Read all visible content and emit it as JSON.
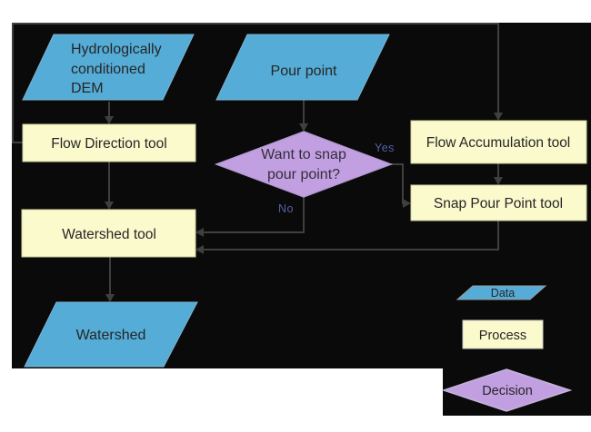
{
  "palette": {
    "background": "#0a0a0a",
    "data_fill": "#54acd7",
    "process_fill": "#fbfacd",
    "decision_fill": "#c29fe1",
    "connector": "#3f3f3f",
    "text": "#262626"
  },
  "nodes": {
    "dem": {
      "line1": "Hydrologically",
      "line2": "conditioned",
      "line3": "DEM"
    },
    "pour_point": {
      "label": "Pour point"
    },
    "flow_direction": {
      "label": "Flow Direction tool"
    },
    "flow_accumulation": {
      "label": "Flow Accumulation tool"
    },
    "snap_pour_point": {
      "label": "Snap Pour Point tool"
    },
    "decision": {
      "line1": "Want to snap",
      "line2": "pour point?"
    },
    "watershed_tool": {
      "label": "Watershed tool"
    },
    "watershed": {
      "label": "Watershed"
    }
  },
  "edge_labels": {
    "yes": "Yes",
    "no": "No"
  },
  "legend": {
    "data": "Data",
    "process": "Process",
    "decision": "Decision"
  }
}
